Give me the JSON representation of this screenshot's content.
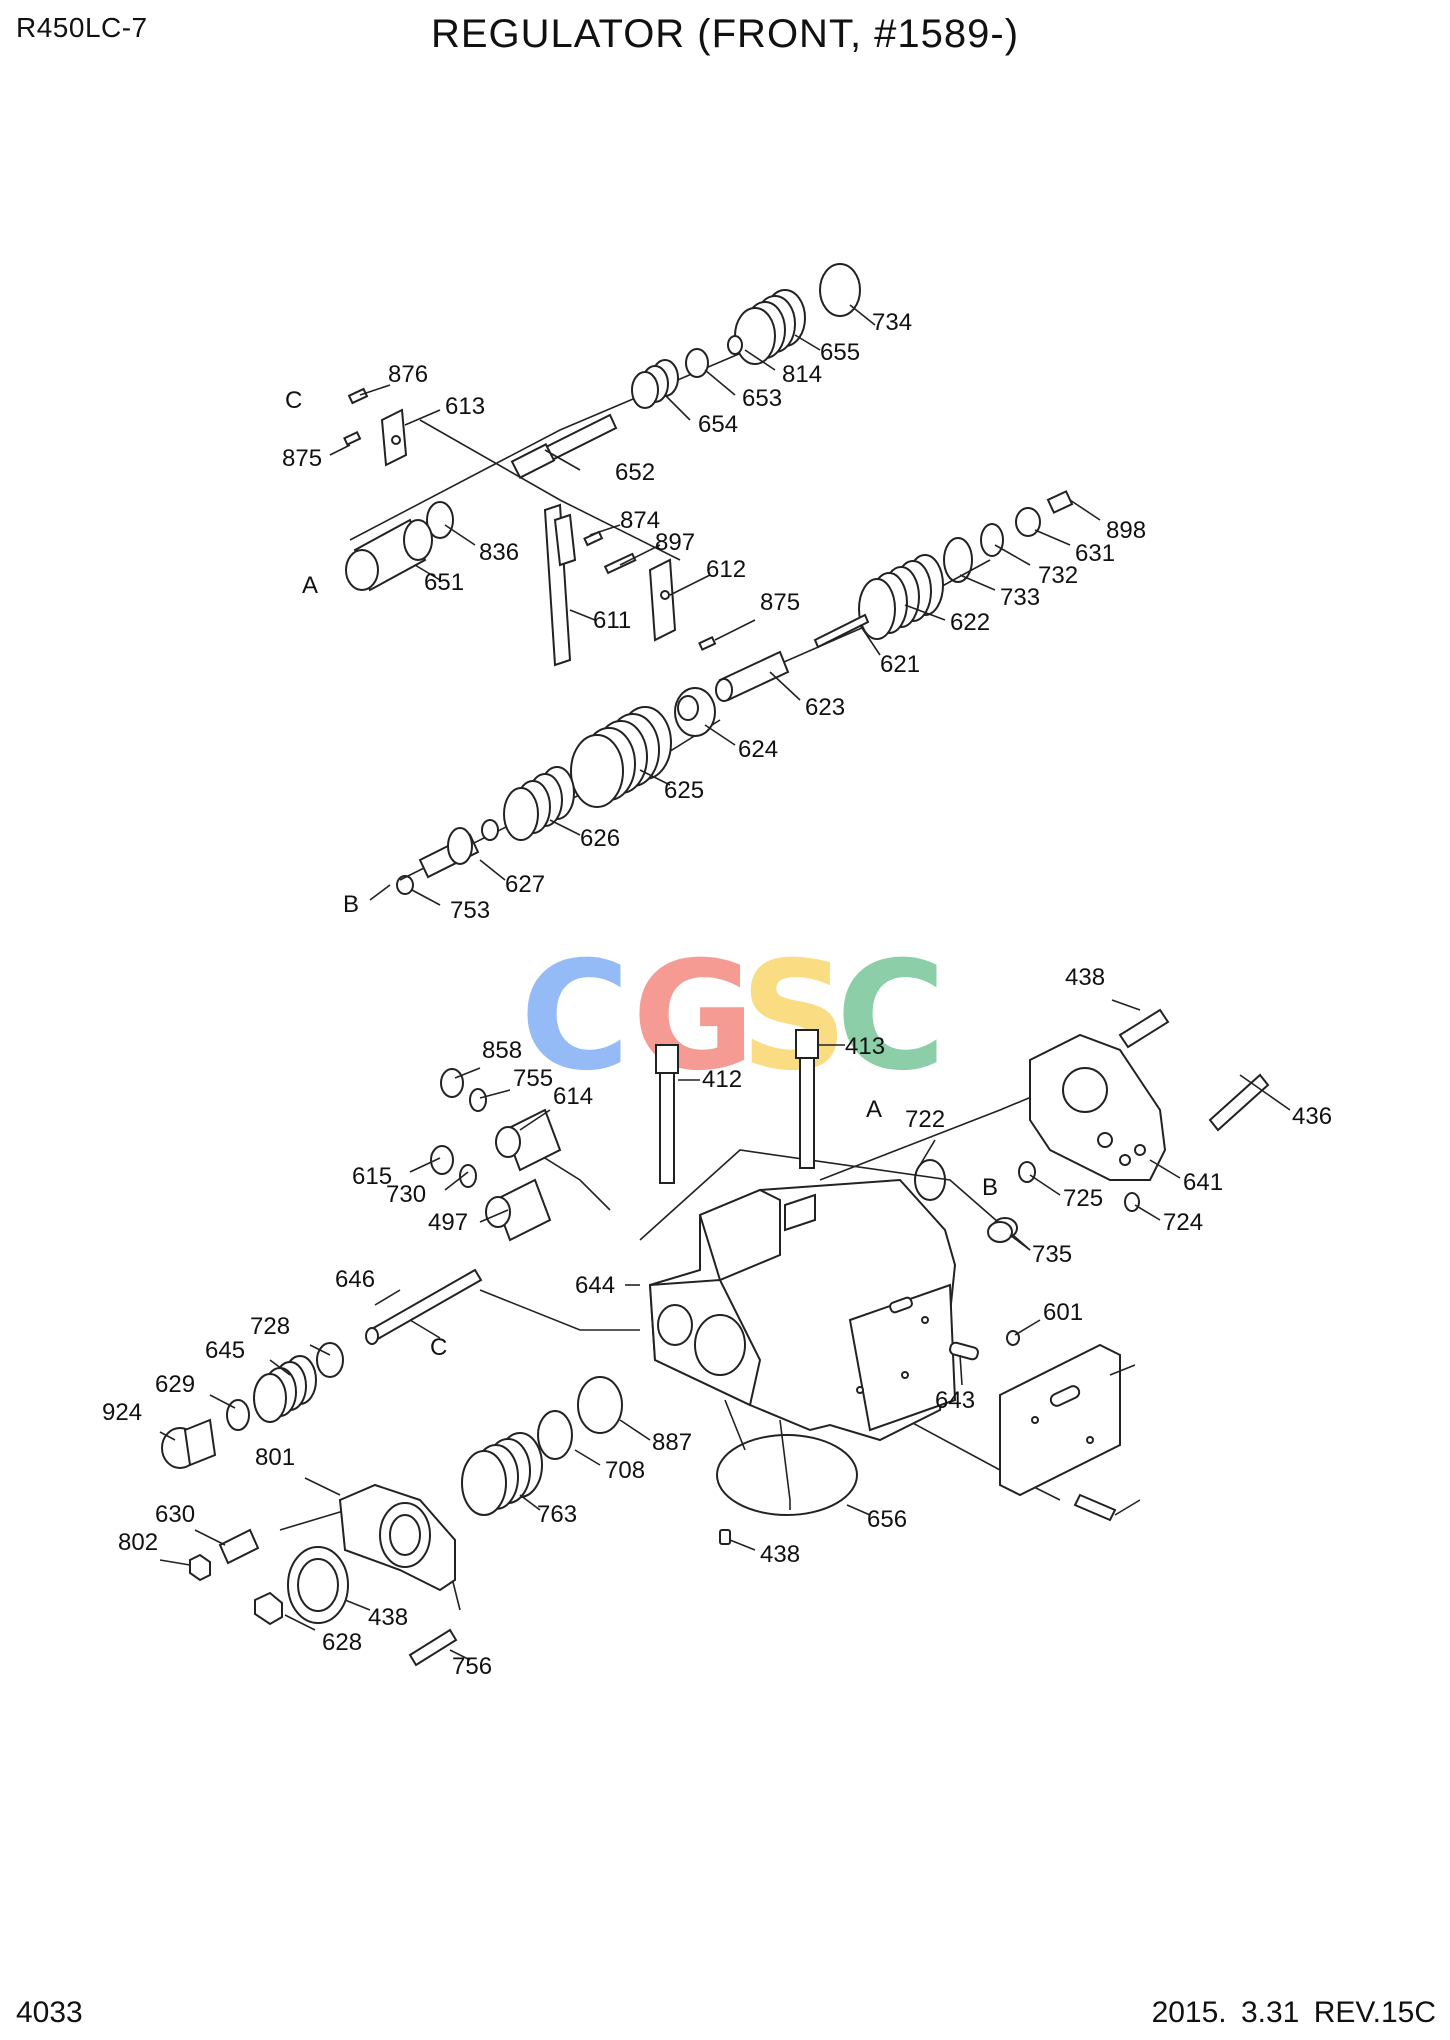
{
  "header": {
    "model": "R450LC-7",
    "title": "REGULATOR (FRONT, #1589-)"
  },
  "footer": {
    "page": "4033",
    "revision": "2015. 3.31  REV.15C"
  },
  "watermark": {
    "letters": [
      "C",
      "G",
      "S",
      "C"
    ],
    "colors": [
      "#4f8ff3",
      "#ef5a4e",
      "#f7c531",
      "#3fae6f"
    ]
  },
  "reference_letters": [
    "A",
    "B",
    "C"
  ],
  "callouts": [
    "876",
    "613",
    "875",
    "652",
    "874",
    "897",
    "612",
    "611",
    "651",
    "836",
    "734",
    "655",
    "814",
    "653",
    "654",
    "898",
    "631",
    "732",
    "733",
    "622",
    "621",
    "875",
    "623",
    "624",
    "625",
    "626",
    "627",
    "753",
    "438",
    "436",
    "641",
    "725",
    "724",
    "413",
    "412",
    "858",
    "755",
    "614",
    "615",
    "730",
    "497",
    "722",
    "735",
    "601",
    "643",
    "644",
    "646",
    "728",
    "645",
    "629",
    "924",
    "801",
    "630",
    "802",
    "438",
    "628",
    "756",
    "763",
    "708",
    "887",
    "656",
    "438"
  ]
}
